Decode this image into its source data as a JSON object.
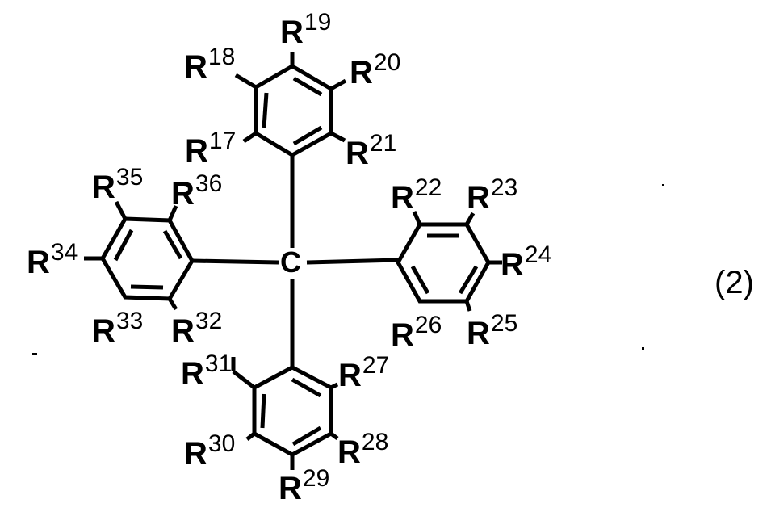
{
  "diagram": {
    "type": "chemical-structure",
    "description": "Tetraphenylmethane with substituents R17–R36",
    "center_atom": "C",
    "equation_number": "(2)",
    "rings": {
      "top": [
        "R17",
        "R18",
        "R19",
        "R20",
        "R21"
      ],
      "right": [
        "R22",
        "R23",
        "R24",
        "R25",
        "R26"
      ],
      "bottom": [
        "R27",
        "R28",
        "R29",
        "R30",
        "R31"
      ],
      "left": [
        "R32",
        "R33",
        "R34",
        "R35",
        "R36"
      ]
    },
    "labels": {
      "r17": {
        "base": "R",
        "sup": "17"
      },
      "r18": {
        "base": "R",
        "sup": "18"
      },
      "r19": {
        "base": "R",
        "sup": "19"
      },
      "r20": {
        "base": "R",
        "sup": "20"
      },
      "r21": {
        "base": "R",
        "sup": "21"
      },
      "r22": {
        "base": "R",
        "sup": "22"
      },
      "r23": {
        "base": "R",
        "sup": "23"
      },
      "r24": {
        "base": "R",
        "sup": "24"
      },
      "r25": {
        "base": "R",
        "sup": "25"
      },
      "r26": {
        "base": "R",
        "sup": "26"
      },
      "r27": {
        "base": "R",
        "sup": "27"
      },
      "r28": {
        "base": "R",
        "sup": "28"
      },
      "r29": {
        "base": "R",
        "sup": "29"
      },
      "r30": {
        "base": "R",
        "sup": "30"
      },
      "r31": {
        "base": "R",
        "sup": "31"
      },
      "r32": {
        "base": "R",
        "sup": "32"
      },
      "r33": {
        "base": "R",
        "sup": "33"
      },
      "r34": {
        "base": "R",
        "sup": "34"
      },
      "r35": {
        "base": "R",
        "sup": "35"
      },
      "r36": {
        "base": "R",
        "sup": "36"
      }
    }
  }
}
